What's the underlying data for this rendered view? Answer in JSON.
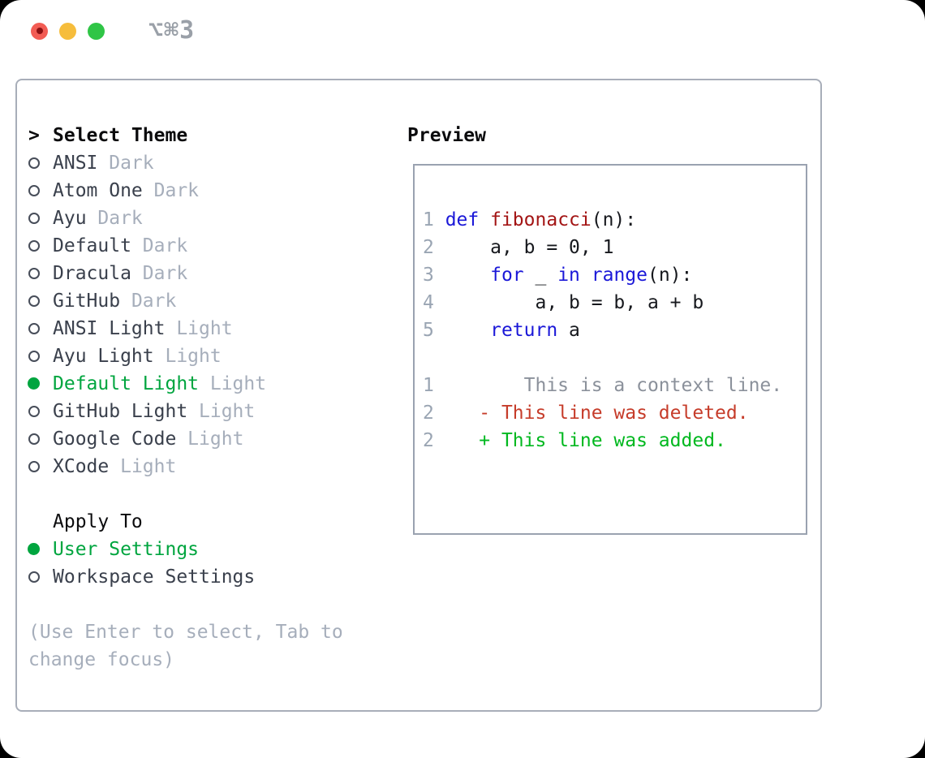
{
  "colors": {
    "keyword": "#1b18d8",
    "function": "#a31515",
    "code_text": "#16181d",
    "lineno": "#9aa5b3",
    "context": "#8b919b",
    "deleted": "#c63c2a",
    "added": "#00b81f",
    "selected_green": "#00a53f",
    "text_dark": "#3a404c",
    "muted": "#a6aebb",
    "heading": "#0b0b0d",
    "panel_border": "#a8aeb9",
    "preview_border": "#9aa2b0",
    "traffic_red": "#f25c54",
    "traffic_red_dot": "#8c1113",
    "traffic_yellow": "#f6bd3c",
    "traffic_green": "#2fc546",
    "shortcut_gray": "#9aa0a8"
  },
  "window": {
    "shortcut": "⌥⌘3"
  },
  "theme_picker": {
    "focus_indicator": ">",
    "title": "Select Theme",
    "themes": [
      {
        "name": "ANSI",
        "variant": "Dark",
        "selected": false
      },
      {
        "name": "Atom One",
        "variant": "Dark",
        "selected": false
      },
      {
        "name": "Ayu",
        "variant": "Dark",
        "selected": false
      },
      {
        "name": "Default",
        "variant": "Dark",
        "selected": false
      },
      {
        "name": "Dracula",
        "variant": "Dark",
        "selected": false
      },
      {
        "name": "GitHub",
        "variant": "Dark",
        "selected": false
      },
      {
        "name": "ANSI Light",
        "variant": "Light",
        "selected": false
      },
      {
        "name": "Ayu Light",
        "variant": "Light",
        "selected": false
      },
      {
        "name": "Default Light",
        "variant": "Light",
        "selected": true
      },
      {
        "name": "GitHub Light",
        "variant": "Light",
        "selected": false
      },
      {
        "name": "Google Code",
        "variant": "Light",
        "selected": false
      },
      {
        "name": "XCode",
        "variant": "Light",
        "selected": false
      }
    ],
    "apply_to": {
      "title": "Apply To",
      "options": [
        {
          "label": "User Settings",
          "selected": true
        },
        {
          "label": "Workspace Settings",
          "selected": false
        }
      ]
    },
    "hint_lines": [
      "(Use Enter to select, Tab to",
      "change focus)"
    ]
  },
  "preview": {
    "title": "Preview",
    "lines": [
      [
        {
          "text": "1 ",
          "type": "num"
        },
        {
          "text": "def",
          "type": "kw"
        },
        {
          "text": " ",
          "type": "plain"
        },
        {
          "text": "fibonacci",
          "type": "fn"
        },
        {
          "text": "(n):",
          "type": "plain"
        }
      ],
      [
        {
          "text": "2 ",
          "type": "num"
        },
        {
          "text": "    a, b = 0, 1",
          "type": "plain"
        }
      ],
      [
        {
          "text": "3 ",
          "type": "num"
        },
        {
          "text": "    ",
          "type": "plain"
        },
        {
          "text": "for",
          "type": "kw"
        },
        {
          "text": " _ ",
          "type": "plain"
        },
        {
          "text": "in",
          "type": "kw"
        },
        {
          "text": " ",
          "type": "plain"
        },
        {
          "text": "range",
          "type": "kw"
        },
        {
          "text": "(n):",
          "type": "plain"
        }
      ],
      [
        {
          "text": "4 ",
          "type": "num"
        },
        {
          "text": "        a, b = b, a + b",
          "type": "plain"
        }
      ],
      [
        {
          "text": "5 ",
          "type": "num"
        },
        {
          "text": "    ",
          "type": "plain"
        },
        {
          "text": "return",
          "type": "kw"
        },
        {
          "text": " a",
          "type": "plain"
        }
      ],
      [],
      [
        {
          "text": "1 ",
          "type": "num"
        },
        {
          "text": "       This is a context line.",
          "type": "ctx"
        }
      ],
      [
        {
          "text": "2 ",
          "type": "num"
        },
        {
          "text": "   - This line was deleted.",
          "type": "del"
        }
      ],
      [
        {
          "text": "2 ",
          "type": "num"
        },
        {
          "text": "   + This line was added.",
          "type": "add"
        }
      ]
    ]
  }
}
